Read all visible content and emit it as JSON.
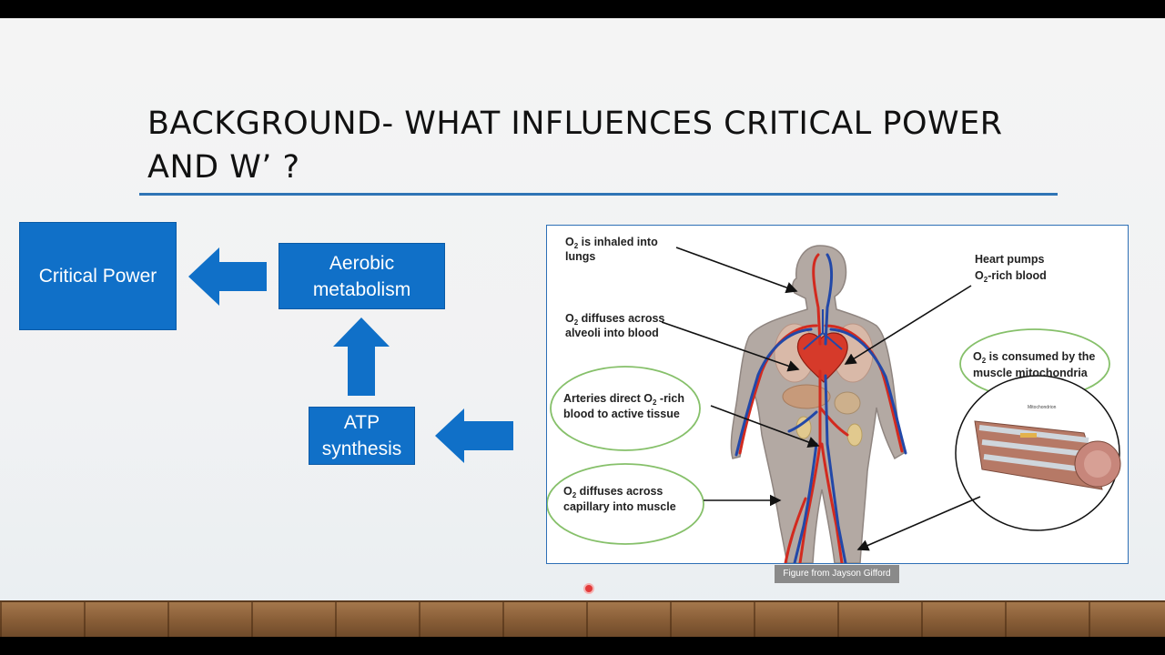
{
  "slide": {
    "title": "BACKGROUND- WHAT INFLUENCES CRITICAL POWER AND W’ ?",
    "boxes": {
      "critical_power": "Critical Power",
      "aerobic_line1": "Aerobic",
      "aerobic_line2": "metabolism",
      "atp_line1": "ATP",
      "atp_line2": "synthesis"
    },
    "box_color": "#1070c8",
    "accent_color": "#2f74b5"
  },
  "figure": {
    "labels": {
      "inhaled_1": "is inhaled into",
      "inhaled_2": "lungs",
      "alveoli_1": "diffuses across",
      "alveoli_2": "alveoli into blood",
      "arteries_1": "Arteries direct O",
      "arteries_1b": "-rich",
      "arteries_2": "blood to active tissue",
      "capillary_1": "diffuses across",
      "capillary_2": "capillary into muscle",
      "heart_1": "Heart pumps",
      "heart_2": "-rich blood",
      "consumed_1": "is consumed by the",
      "consumed_2": "muscle mitochondria",
      "mito_tag": "Mitochondrion"
    },
    "caption": "Figure from Jayson Gifford"
  }
}
